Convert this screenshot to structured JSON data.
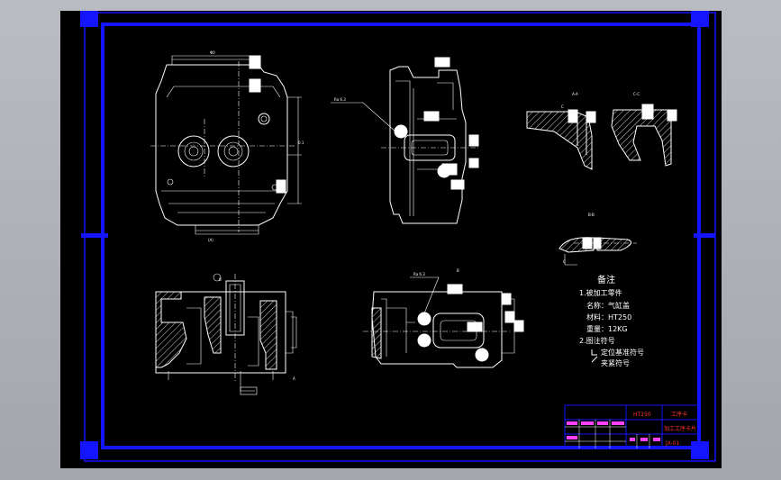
{
  "notes": {
    "heading": "备注",
    "item1": "1.被加工零件",
    "name": "名称：气缸盖",
    "material": "材料：HT250",
    "weight": "重量：12KG",
    "item2": "2.图注符号",
    "symbol_locating": "定位基准符号",
    "symbol_clamping": "夹紧符号"
  },
  "section_labels": {
    "a": "A-A",
    "c": "C-C",
    "b": "B-B"
  },
  "title_block": {
    "material": "HT250",
    "title_1": "工序卡",
    "title_2": "加工工序卡片",
    "drawing_no": "JX-01"
  },
  "colors": {
    "sheet": "#000000",
    "frame": "#1414ff",
    "lines": "#ffffff",
    "title_text": "#ff3030",
    "table_text": "#ff40ff"
  }
}
